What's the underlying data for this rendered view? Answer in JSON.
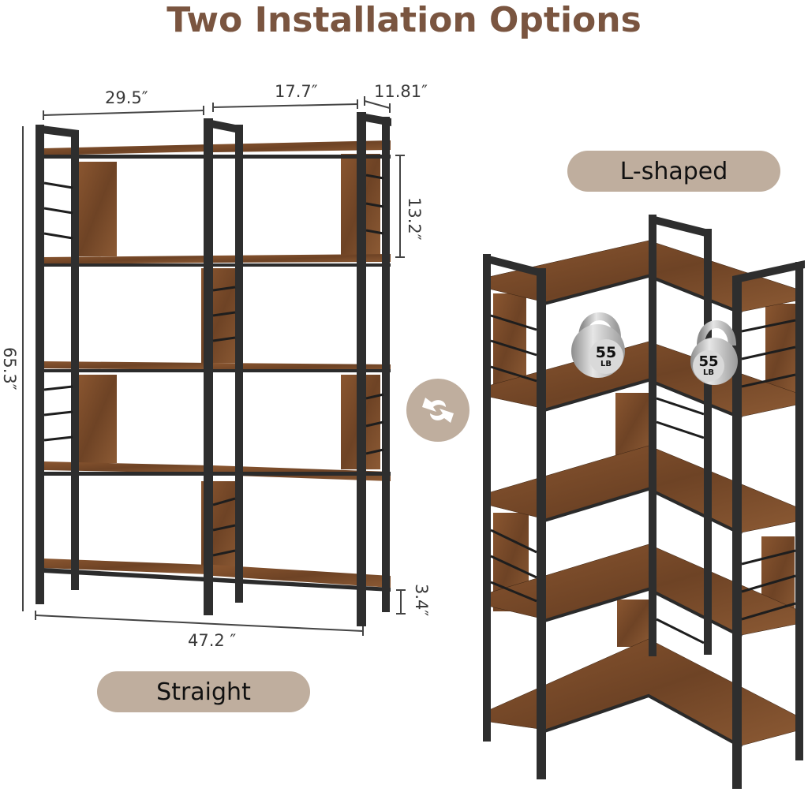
{
  "title": "Two Installation Options",
  "options": {
    "straight": {
      "label": "Straight"
    },
    "l_shaped": {
      "label": "L-shaped"
    }
  },
  "dimensions": {
    "width_left": "29.5″",
    "width_right": "17.7″",
    "depth": "11.81″",
    "shelf_gap": "13.2″",
    "height": "65.3″",
    "bottom_clearance": "3.4″",
    "total_width": "47.2 ″"
  },
  "weights": [
    {
      "value": "55",
      "unit": "LB"
    },
    {
      "value": "55",
      "unit": "LB"
    }
  ],
  "icons": {
    "swap": "swap-arrows-icon"
  },
  "colors": {
    "title": "#7a5540",
    "pill": "#bfae9e",
    "wood": "#7a4b2a",
    "metal": "#2b2b2b"
  }
}
